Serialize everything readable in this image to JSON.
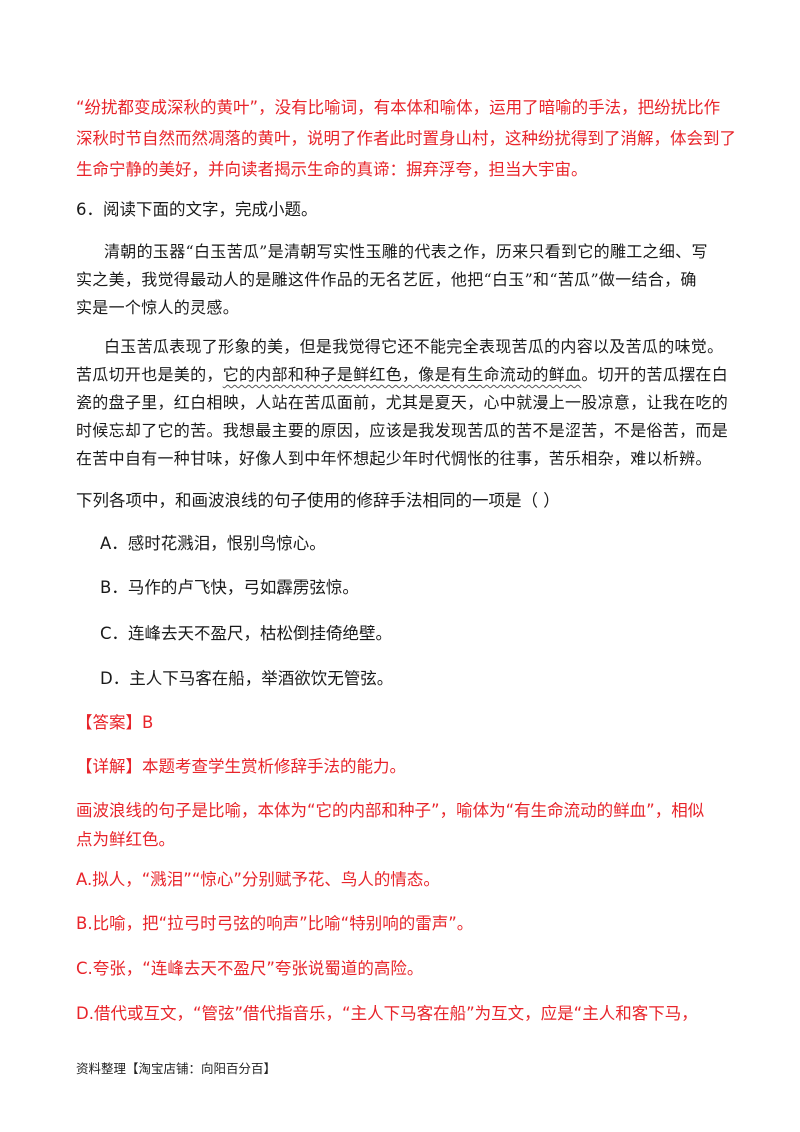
{
  "prev_answer_lines": [
    "“纷扰都变成深秋的黄叶”，没有比喻词，有本体和喻体，运用了暗喻的手法，把纷扰比作",
    "深秋时节自然而然凋落的黄叶，说明了作者此时置身山村，这种纷扰得到了消解，体会到了",
    "生命宁静的美好，并向读者揭示生命的真谛：摒弃浮夸，担当大宇宙。"
  ],
  "question": {
    "header": "6．阅读下面的文字，完成小题。",
    "passage": {
      "p1": [
        "清朝的玉器“白玉苦瓜”是清朝写实性玉雕的代表之作，历来只看到它的雕工之细、写",
        "实之美，我觉得最动人的是雕这件作品的无名艺匠，他把“白玉”和“苦瓜”做一结合，确",
        "实是一个惊人的灵感。"
      ],
      "p2_line1": "白玉苦瓜表现了形象的美，但是我觉得它还不能完全表现苦瓜的内容以及苦瓜的味觉。",
      "p2_line2_pre": "苦瓜切开也是美的，",
      "p2_line2_wavy": "它的内部和种子是鲜红色，像是有生命流动的鲜血",
      "p2_line2_post": "。切开的苦瓜摆在白",
      "p2_rest": [
        "瓷的盘子里，红白相映，人站在苦瓜面前，尤其是夏天，心中就漫上一股凉意，让我在吃的",
        "时候忘却了它的苦。我想最主要的原因，应该是我发现苦瓜的苦不是涩苦，不是俗苦，而是",
        "在苦中自有一种甘味，好像人到中年怀想起少年时代惆怅的往事，苦乐相杂，难以析辨。"
      ]
    },
    "stem": "下列各项中，和画波浪线的句子使用的修辞手法相同的一项是（    ）",
    "options": [
      "A．感时花溅泪，恨别鸟惊心。",
      "B．马作的卢飞快，弓如霹雳弦惊。",
      "C．连峰去天不盈尺，枯松倒挂倚绝壁。",
      "D．主人下马客在船，举酒欲饮无管弦。"
    ]
  },
  "answer": {
    "label": "【答案】B",
    "detail": "【详解】本题考查学生赏析修辞手法的能力。",
    "explanation": [
      "画波浪线的句子是比喻，本体为“它的内部和种子”，喻体为“有生命流动的鲜血”，相似",
      "点为鲜红色。"
    ],
    "analysis": [
      "A.拟人，“溅泪”“惊心”分别赋予花、鸟人的情态。",
      "B.比喻，把“拉弓时弓弦的响声”比喻“特别响的雷声”。",
      "C.夸张，“连峰去天不盈尺”夸张说蜀道的高险。",
      "D.借代或互文，“管弦”借代指音乐，“主人下马客在船”为互文，应是“主人和客下马，"
    ]
  },
  "footer": "资料整理【淘宝店铺：向阳百分百】",
  "colors": {
    "answer_red": "#e8242a",
    "body_text": "#1a1a1a"
  }
}
